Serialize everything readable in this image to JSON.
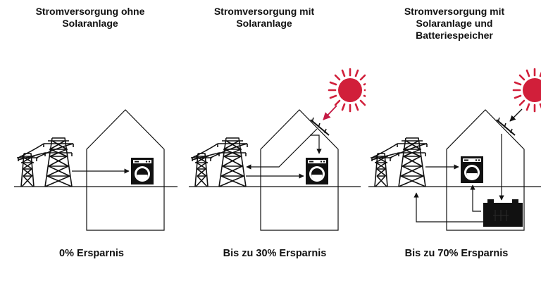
{
  "panels": [
    {
      "title_lines": [
        "Stromversorgung ohne",
        "Solaranlage"
      ],
      "caption": "0% Ersparnis"
    },
    {
      "title_lines": [
        "Stromversorgung mit",
        "Solaranlage"
      ],
      "caption": "Bis zu 30% Ersparnis"
    },
    {
      "title_lines": [
        "Stromversorgung mit",
        "Solaranlage und",
        "Batteriespeicher"
      ],
      "caption": "Bis zu 70% Ersparnis"
    }
  ],
  "colors": {
    "sun": "#d11f3a",
    "sun_arrow": "#c41b45",
    "ink": "#111111",
    "background": "#ffffff"
  },
  "icons": [
    "power-pylon-icon",
    "washing-machine-icon",
    "solar-panel-icon",
    "sun-icon",
    "battery-icon",
    "house-outline"
  ]
}
